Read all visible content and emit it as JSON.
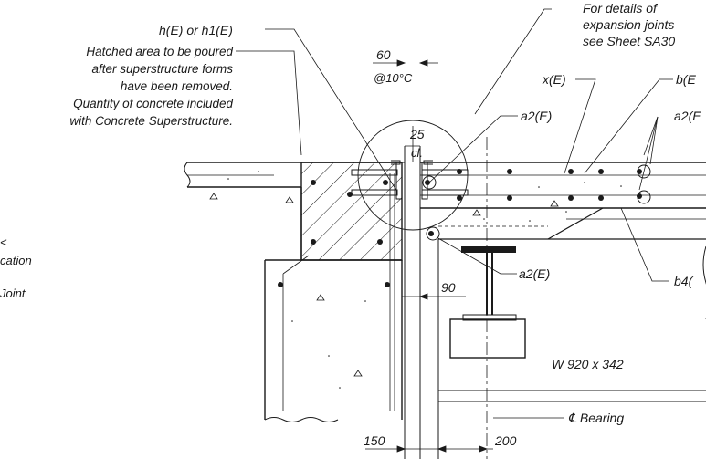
{
  "labels": {
    "h_or_h1": "h(E) or h1(E)",
    "hatched_note": [
      "Hatched area to be poured",
      "after superstructure forms",
      "have been removed.",
      "Quantity of concrete included",
      "with Concrete Superstructure."
    ],
    "expansion_note": [
      "For details of",
      "expansion joints",
      "see Sheet SA30"
    ],
    "dim_60": "60",
    "at_10c": "@10°C",
    "dim_25": "25",
    "cl": "cl.",
    "x_e": "x(E)",
    "b_e": "b(E",
    "a2_top": "a2(E)",
    "a2_right": "a2(E",
    "a2_mid": "a2(E)",
    "dim_90": "90",
    "b4": "b4(",
    "w920": "W 920 x 342",
    "bearing": "℄ Bearing",
    "dim_150": "150",
    "dim_200": "200",
    "left_frag_1": "<",
    "left_frag_2": "cation",
    "left_frag_3": "Joint"
  }
}
